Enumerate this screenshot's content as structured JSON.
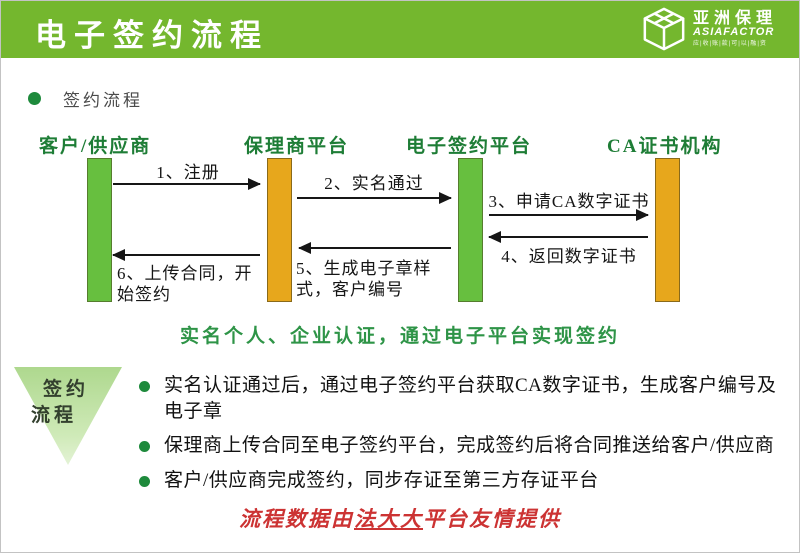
{
  "header": {
    "title": "电子签约流程",
    "bg_color": "#74b72e",
    "logo": {
      "name_cn": "亚洲保理",
      "name_en": "ASIAFACTOR",
      "tagline": "应|收|账|款|可|以|融|资"
    }
  },
  "section": {
    "bullet_label": "签约流程"
  },
  "diagram": {
    "lanes": [
      {
        "label": "客户/供应商",
        "bar_color": "#67bf3f"
      },
      {
        "label": "保理商平台",
        "bar_color": "#e7a71c"
      },
      {
        "label": "电子签约平台",
        "bar_color": "#67bf3f"
      },
      {
        "label": "CA证书机构",
        "bar_color": "#e7a71c"
      }
    ],
    "arrows": [
      {
        "label": "1、注册",
        "from": "客户/供应商",
        "to": "保理商平台",
        "direction": "right"
      },
      {
        "label": "2、实名通过",
        "from": "保理商平台",
        "to": "电子签约平台",
        "direction": "right"
      },
      {
        "label": "3、申请CA数字证书",
        "from": "电子签约平台",
        "to": "CA证书机构",
        "direction": "right"
      },
      {
        "label": "4、返回数字证书",
        "from": "CA证书机构",
        "to": "电子签约平台",
        "direction": "left"
      },
      {
        "label": "5、生成电子章样式，客户编号",
        "from": "电子签约平台",
        "to": "保理商平台",
        "direction": "left"
      },
      {
        "label": "6、上传合同，开始签约",
        "from": "保理商平台",
        "to": "客户/供应商",
        "direction": "left"
      }
    ],
    "caption": "实名个人、企业认证，通过电子平台实现签约"
  },
  "process": {
    "triangle_label_line1": "签约",
    "triangle_label_line2": "流程",
    "bullets": [
      "实名认证通过后，通过电子签约平台获取CA数字证书，生成客户编号及电子章",
      "保理商上传合同至电子签约平台，完成签约后将合同推送给客户/供应商",
      "客户/供应商完成签约，同步存证至第三方存证平台"
    ]
  },
  "footer": {
    "prefix": "流程数据由",
    "highlight": "法大大",
    "suffix": "平台友情提供"
  }
}
